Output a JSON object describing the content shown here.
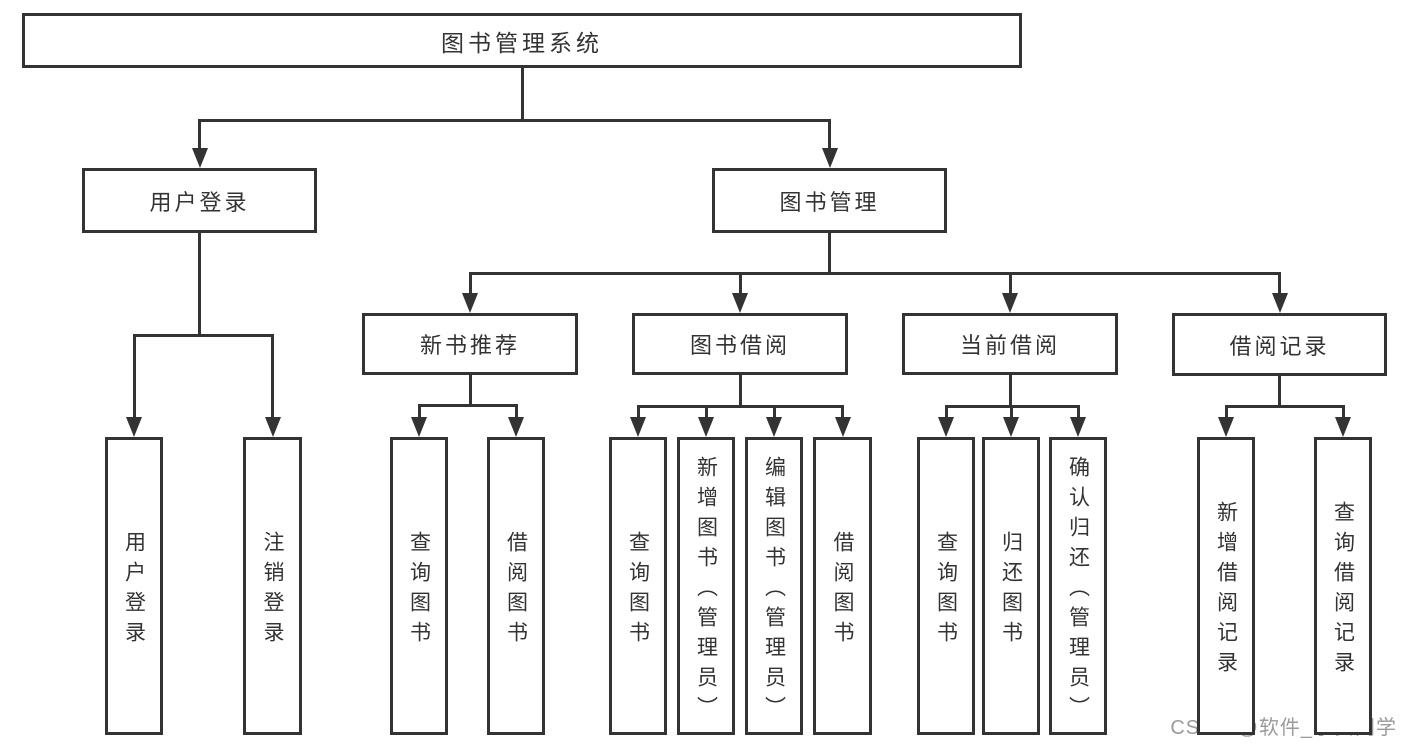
{
  "colors": {
    "background": "#ffffff",
    "box_background": "#ffffff",
    "line": "#333333",
    "text": "#333333",
    "watermark": "#9b9b9b"
  },
  "watermark": "CSDN @软件_小贺同学",
  "tree": {
    "id": "root",
    "label": "图书管理系统",
    "children": [
      {
        "id": "user-login",
        "label": "用户登录",
        "children": [
          {
            "id": "login-user",
            "label": "用户登录"
          },
          {
            "id": "login-logout",
            "label": "注销登录"
          }
        ]
      },
      {
        "id": "book-mgmt",
        "label": "图书管理",
        "children": [
          {
            "id": "new-book-rec",
            "label": "新书推荐",
            "children": [
              {
                "id": "rec-query-book",
                "label": "查询图书"
              },
              {
                "id": "rec-borrow-book",
                "label": "借阅图书"
              }
            ]
          },
          {
            "id": "book-borrow",
            "label": "图书借阅",
            "children": [
              {
                "id": "bb-query-book",
                "label": "查询图书"
              },
              {
                "id": "bb-add-book",
                "label": "新增图书（管理员）"
              },
              {
                "id": "bb-edit-book",
                "label": "编辑图书（管理员）"
              },
              {
                "id": "bb-borrow-book",
                "label": "借阅图书"
              }
            ]
          },
          {
            "id": "current-borrow",
            "label": "当前借阅",
            "children": [
              {
                "id": "cb-query-book",
                "label": "查询图书"
              },
              {
                "id": "cb-return-book",
                "label": "归还图书"
              },
              {
                "id": "cb-confirm-return",
                "label": "确认归还（管理员）"
              }
            ]
          },
          {
            "id": "borrow-record",
            "label": "借阅记录",
            "children": [
              {
                "id": "br-add-record",
                "label": "新增借阅记录"
              },
              {
                "id": "br-query-record",
                "label": "查询借阅记录"
              }
            ]
          }
        ]
      }
    ]
  }
}
